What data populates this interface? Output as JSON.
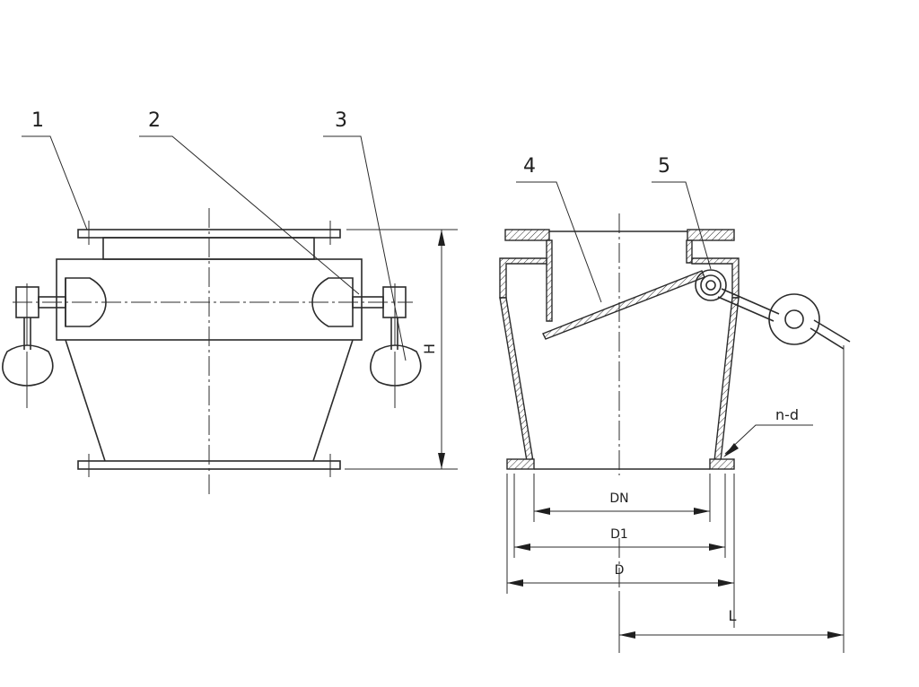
{
  "callouts": {
    "c1": "1",
    "c2": "2",
    "c3": "3",
    "c4": "4",
    "c5": "5"
  },
  "dimensions": {
    "height": "H",
    "nominal": "DN",
    "bolt_circle": "D1",
    "outer": "D",
    "length": "L",
    "holes": "n-d"
  }
}
